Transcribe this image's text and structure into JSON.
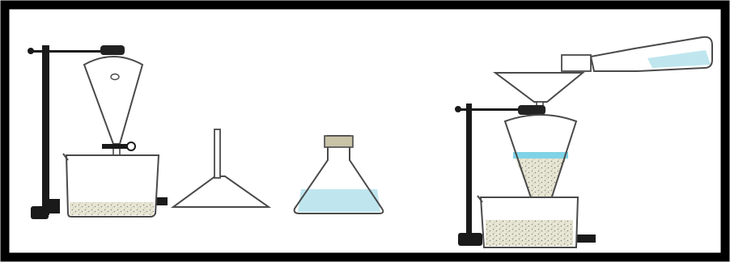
{
  "figure": {
    "panels": [
      {
        "id": "left",
        "items": [
          "ring-stand",
          "separatory-funnel",
          "beaker-with-solid",
          "glass-funnel",
          "conical-flask-with-liquid"
        ]
      },
      {
        "id": "right",
        "items": [
          "tilted-flask-pouring",
          "filter-funnel",
          "separatory-funnel-with-layers",
          "ring-stand",
          "beaker-with-solid"
        ]
      }
    ],
    "colors": {
      "frame": "#000000",
      "glass_outline": "#4a4a4a",
      "liquid": "#bfe6ee",
      "liquid_layer": "#7fd3e6",
      "sediment": "#d6d3bd",
      "stand_metal": "#1a1a1a",
      "background": "#ffffff"
    }
  }
}
